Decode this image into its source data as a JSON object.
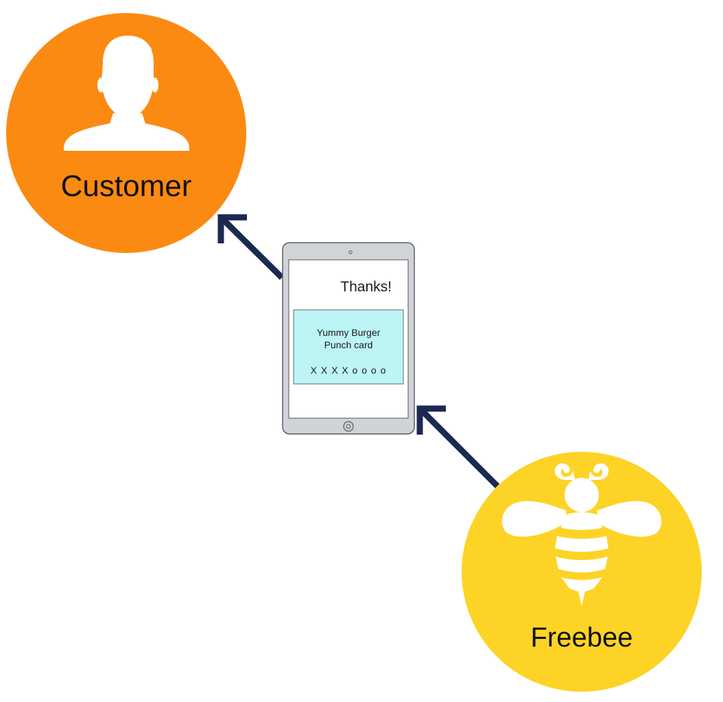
{
  "customer": {
    "label": "Customer",
    "icon": "person-icon",
    "color": "#FB8A12"
  },
  "freebee": {
    "label": "Freebee",
    "icon": "bee-icon",
    "color": "#FDD326"
  },
  "tablet": {
    "icon": "tablet-icon",
    "message": "Thanks!",
    "card": {
      "title_line1": "Yummy Burger",
      "title_line2": "Punch card",
      "punches": "X X X X o o o o",
      "color": "#BDF4F4"
    }
  },
  "arrows": {
    "color": "#1D2951"
  }
}
